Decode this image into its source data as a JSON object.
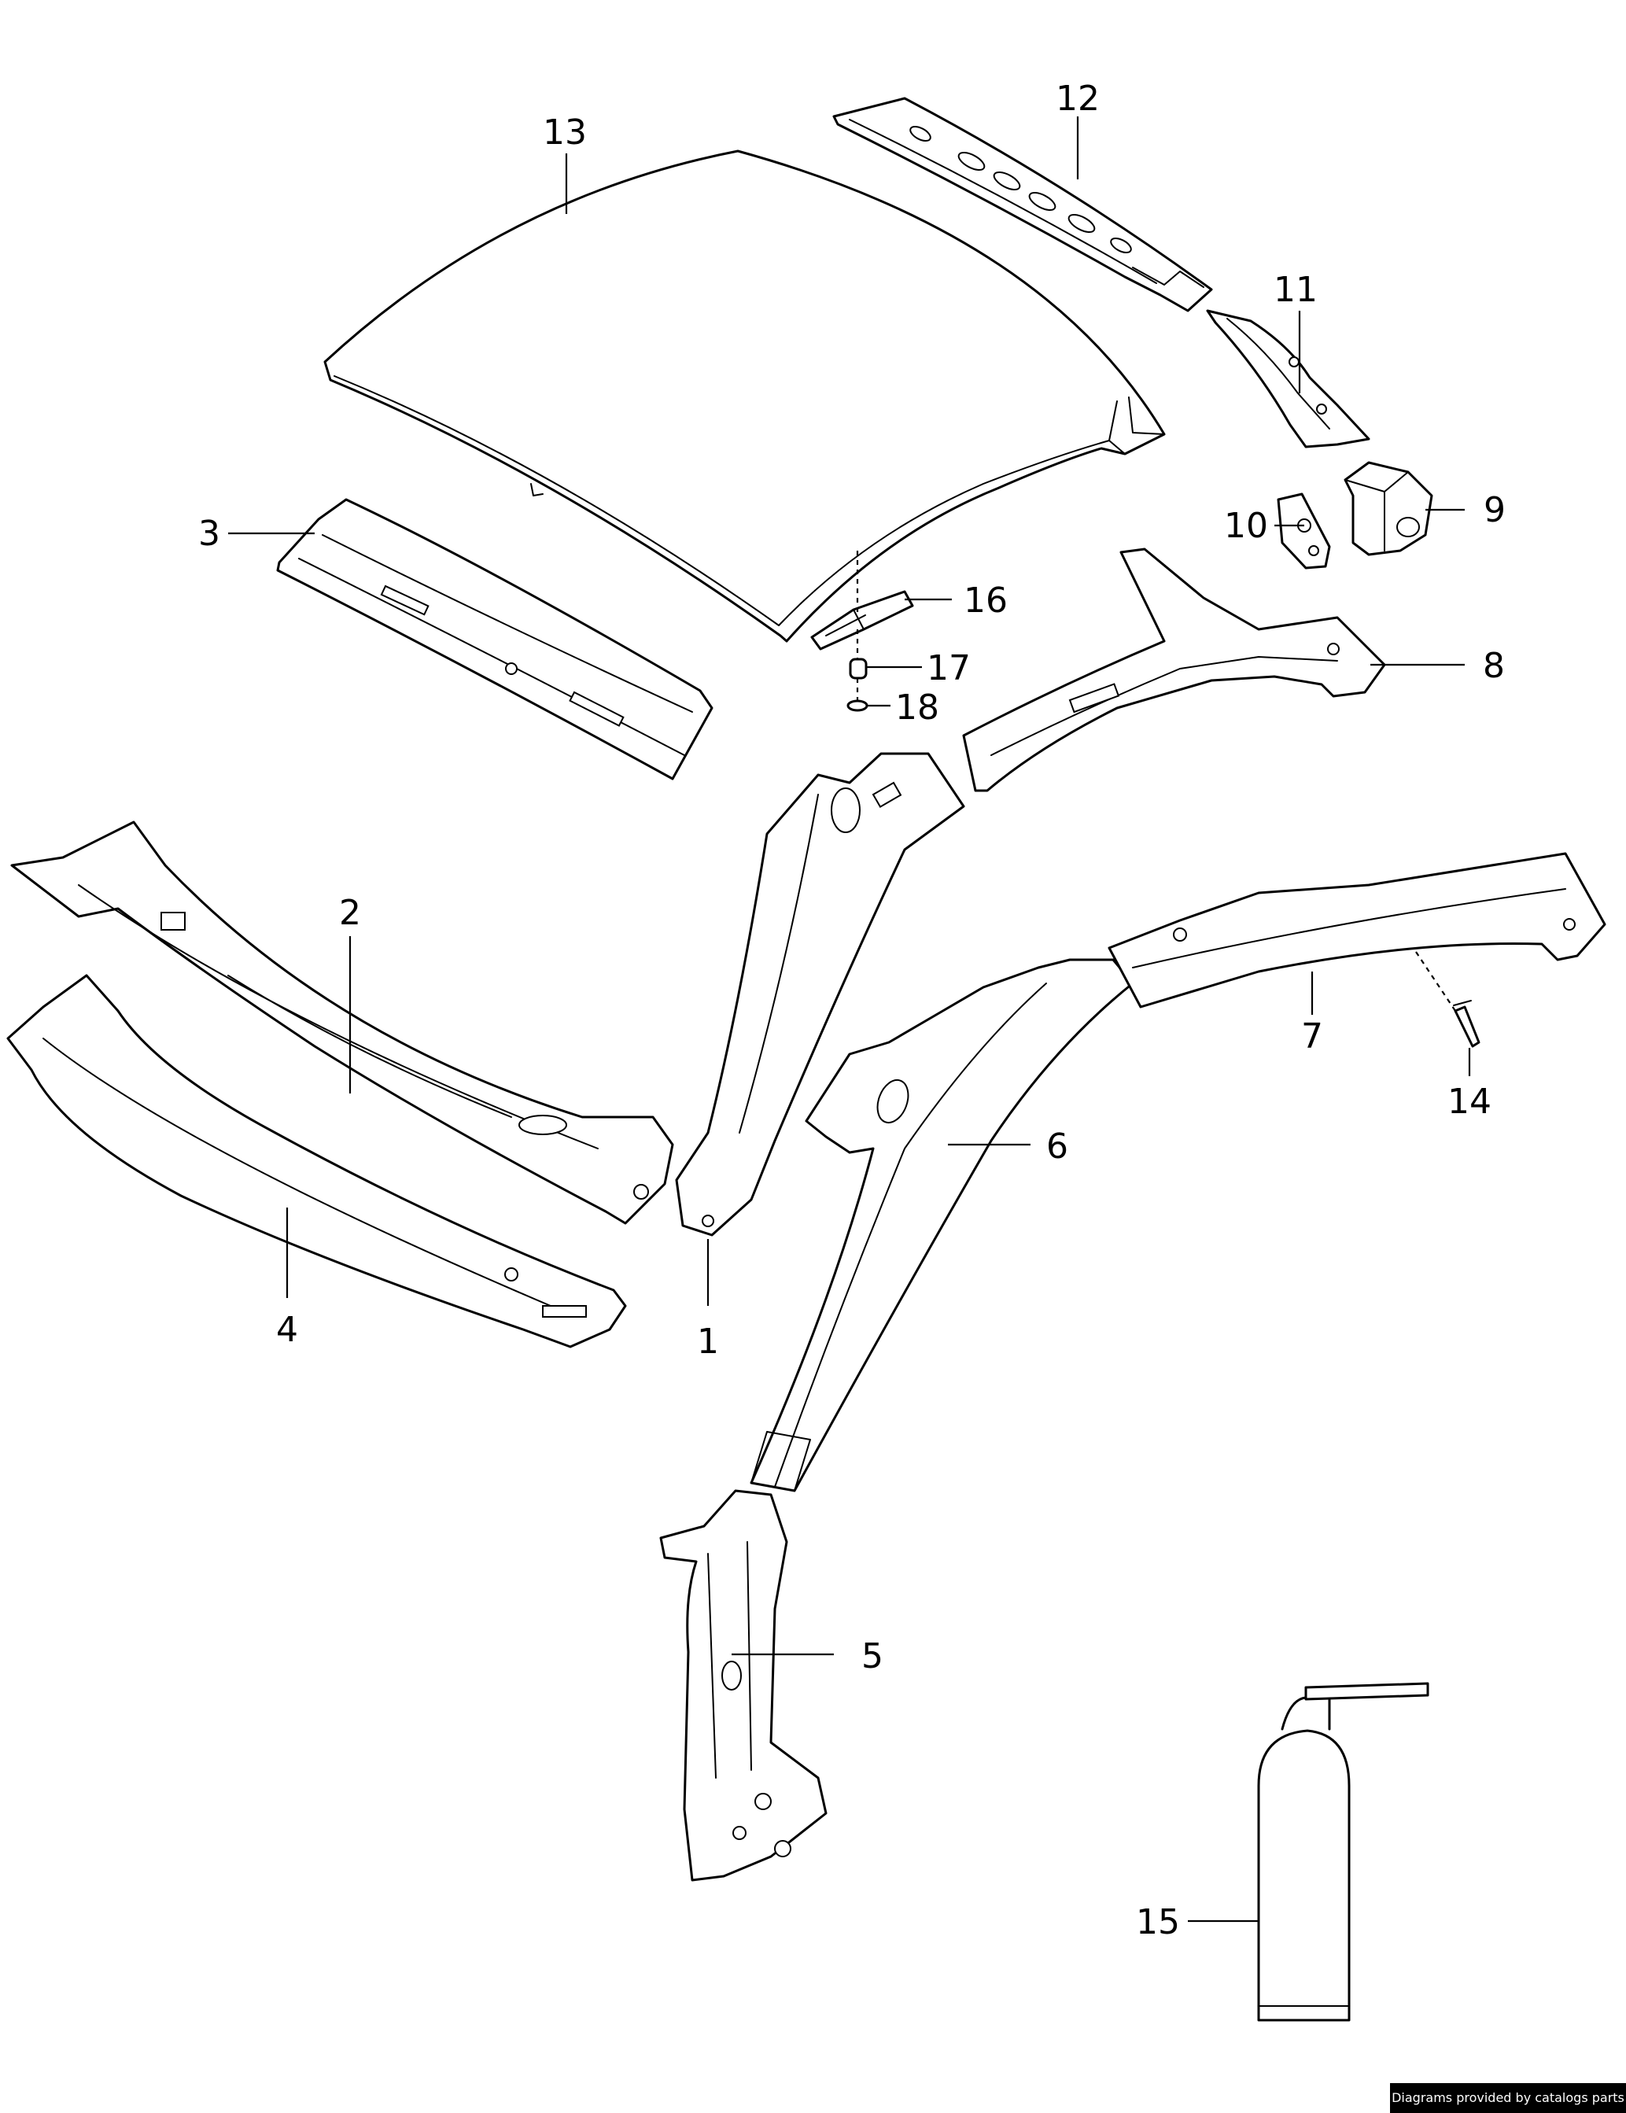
{
  "diagram": {
    "credit": "Diagrams provided by catalogs parts",
    "callouts": [
      {
        "id": "1",
        "label": "1"
      },
      {
        "id": "2",
        "label": "2"
      },
      {
        "id": "3",
        "label": "3"
      },
      {
        "id": "4",
        "label": "4"
      },
      {
        "id": "5",
        "label": "5"
      },
      {
        "id": "6",
        "label": "6"
      },
      {
        "id": "7",
        "label": "7"
      },
      {
        "id": "8",
        "label": "8"
      },
      {
        "id": "9",
        "label": "9"
      },
      {
        "id": "10",
        "label": "10"
      },
      {
        "id": "11",
        "label": "11"
      },
      {
        "id": "12",
        "label": "12"
      },
      {
        "id": "13",
        "label": "13"
      },
      {
        "id": "14",
        "label": "14"
      },
      {
        "id": "15",
        "label": "15"
      },
      {
        "id": "16",
        "label": "16"
      },
      {
        "id": "17",
        "label": "17"
      },
      {
        "id": "18",
        "label": "18"
      }
    ]
  }
}
